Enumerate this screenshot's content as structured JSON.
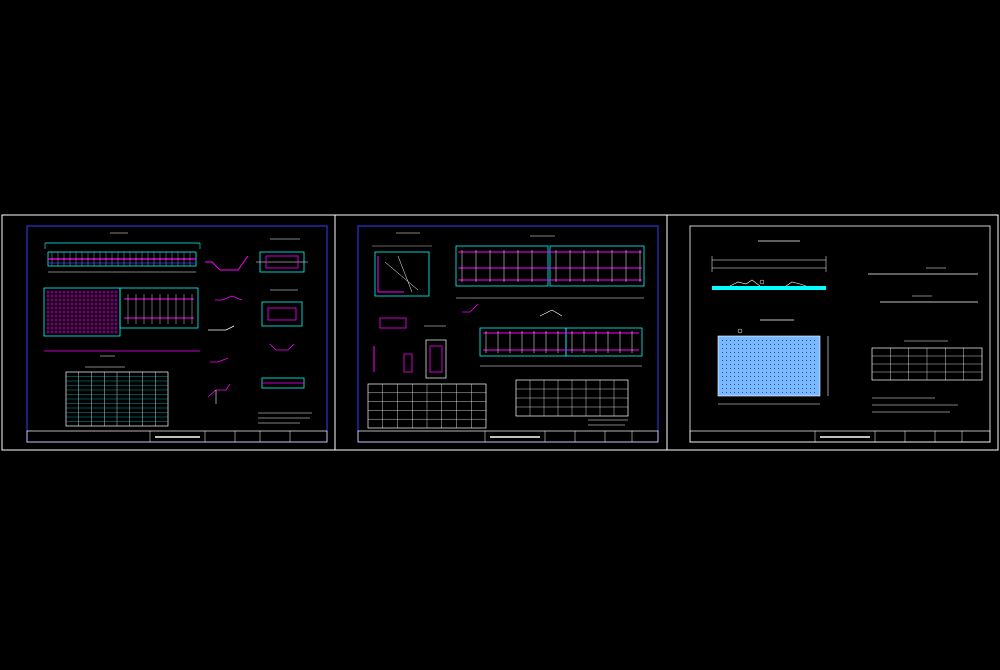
{
  "canvas": {
    "background": "#000000",
    "frame_color": "#ffffff",
    "border_color": "#2222ff"
  },
  "colors": {
    "blue": "#3b3bff",
    "cyan": "#00ffff",
    "magenta": "#ff00ff",
    "white": "#ffffff",
    "green": "#00ff00",
    "yellow": "#ffff00",
    "hatch": "#7ab8ff"
  },
  "sheets": [
    {
      "name": "sheet-1",
      "title_block": "",
      "table_rows": 12,
      "table_cols": 8
    },
    {
      "name": "sheet-2",
      "title_block": "",
      "table_rows": 5,
      "table_cols": 8
    },
    {
      "name": "sheet-3",
      "title_block": "",
      "table_rows": 4,
      "table_cols": 6
    }
  ]
}
